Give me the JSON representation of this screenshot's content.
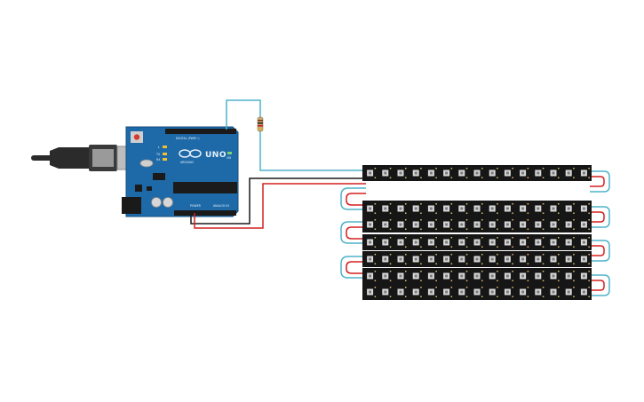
{
  "board": {
    "logo": "UNO",
    "brand": "ARDUINO",
    "digital_label": "DIGITAL (PWM~)",
    "power_label": "POWER",
    "analog_label": "ANALOG IN",
    "tx_label": "TX",
    "rx_label": "RX",
    "l_label": "L",
    "on_label": "ON",
    "colors": {
      "pcb": "#1e6aa8",
      "header": "#1a1a1a"
    }
  },
  "cable": {
    "color": "#2a2a2a"
  },
  "resistor": {
    "color": "#c9a97a"
  },
  "strips": {
    "count": 7,
    "leds_per_strip": 15,
    "colors": {
      "body": "#161616",
      "led": "#d8d8d8"
    }
  },
  "wires": {
    "colors": {
      "data": "#4fb3c8",
      "power": "#d42020",
      "ground": "#1a1a1a"
    }
  },
  "icons": {
    "usb_connector": "usb-plug-icon",
    "reset": "reset-button-icon",
    "barrel_jack": "dc-jack-icon"
  }
}
